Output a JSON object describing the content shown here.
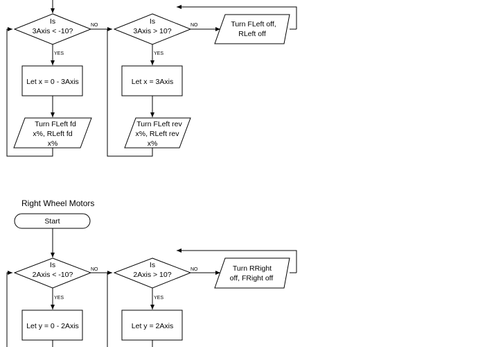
{
  "top_chart": {
    "decision_1": {
      "line1": "Is",
      "line2": "3Axis < -10?",
      "no": "NO",
      "yes": "YES"
    },
    "decision_2": {
      "line1": "Is",
      "line2": "3Axis > 10?",
      "no": "NO",
      "yes": "YES"
    },
    "output_off": {
      "line1": "Turn FLeft off,",
      "line2": "RLeft off"
    },
    "process_1": "Let x = 0 - 3Axis",
    "process_2": "Let x = 3Axis",
    "output_1": {
      "line1": "Turn FLeft fd",
      "line2": "x%, RLeft fd",
      "line3": "x%"
    },
    "output_2": {
      "line1": "Turn FLeft rev",
      "line2": "x%, RLeft rev",
      "line3": "x%"
    }
  },
  "bottom_chart": {
    "title": "Right Wheel Motors",
    "start": "Start",
    "decision_1": {
      "line1": "Is",
      "line2": "2Axis < -10?",
      "no": "NO",
      "yes": "YES"
    },
    "decision_2": {
      "line1": "Is",
      "line2": "2Axis > 10?",
      "no": "NO",
      "yes": "YES"
    },
    "output_off": {
      "line1": "Turn RRight",
      "line2": "off, FRight off"
    },
    "process_1": "Let y = 0 - 2Axis",
    "process_2": "Let y = 2Axis"
  }
}
